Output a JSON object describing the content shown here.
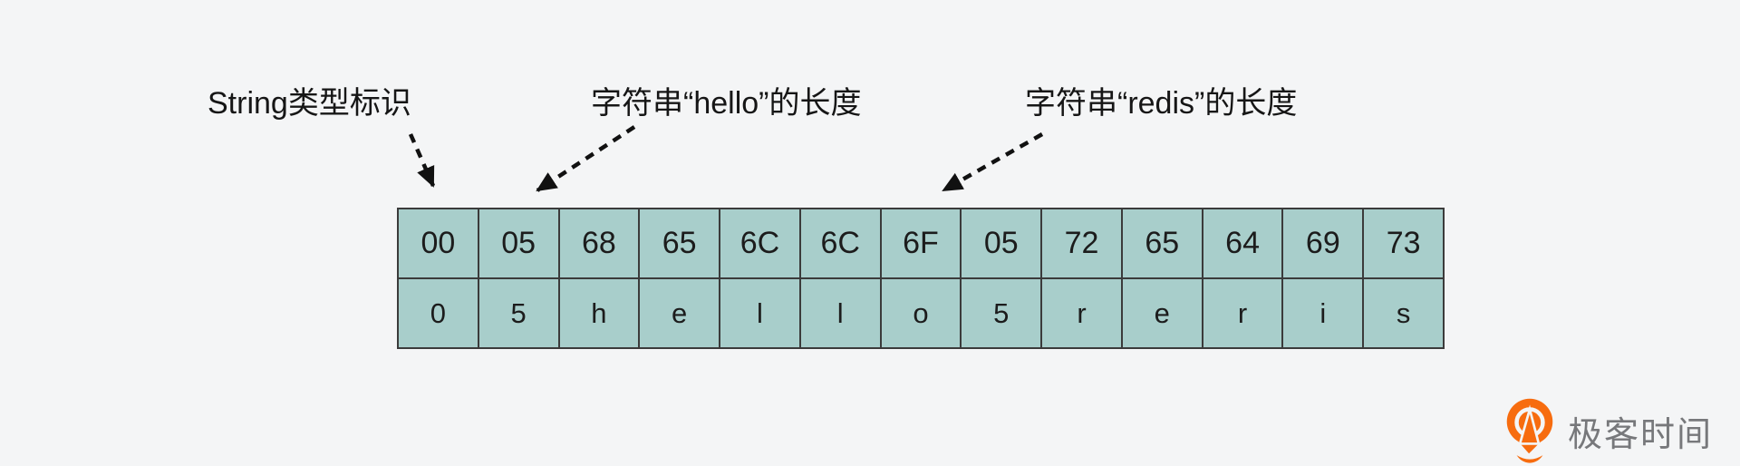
{
  "annotations": [
    {
      "text": "String类型标识"
    },
    {
      "text": "字符串“hello”的长度"
    },
    {
      "text": "字符串“redis”的长度"
    }
  ],
  "table": {
    "hex_row": [
      "00",
      "05",
      "68",
      "65",
      "6C",
      "6C",
      "6F",
      "05",
      "72",
      "65",
      "64",
      "69",
      "73"
    ],
    "char_row": [
      "0",
      "5",
      "h",
      "e",
      "l",
      "l",
      "o",
      "5",
      "r",
      "e",
      "r",
      "i",
      "s"
    ]
  },
  "logo": {
    "text": "极客时间"
  },
  "colors": {
    "background": "#f4f5f6",
    "cell_fill": "#a8cecb",
    "grid_line": "#3b3b3b",
    "annotation_text": "#161616",
    "logo_orange": "#f76c0f",
    "logo_text_gray": "#77787b"
  }
}
